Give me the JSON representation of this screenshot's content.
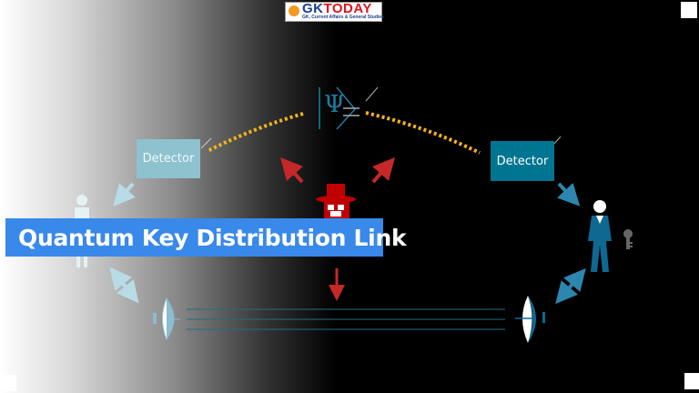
{
  "logo": {
    "brand_gk": "GK",
    "brand_today": "TODAY",
    "tagline": "GK, Current Affairs & General Studies"
  },
  "banner": {
    "title": "Quantum Key Distribution Link"
  },
  "diagram": {
    "detector_left": "Detector",
    "detector_right": "Detector",
    "psi_symbol": "Ψ",
    "colors": {
      "photon_stream": "#f2b51c",
      "eavesdropper": "#c00000",
      "detector_right": "#007591",
      "banner": "#3889ea",
      "receiver": "#0f6892"
    },
    "icons": [
      "sender-person-icon",
      "receiver-person-icon",
      "eavesdropper-spy-icon",
      "key-icon",
      "satellite-dish-icon",
      "arrow-icon"
    ]
  }
}
